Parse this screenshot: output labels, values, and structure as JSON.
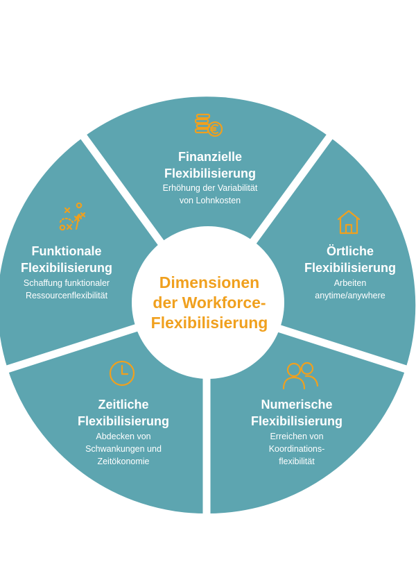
{
  "center": {
    "line1": "Dimensionen",
    "line2": "der Workforce-",
    "line3": "Flexibilisierung"
  },
  "segments": [
    {
      "id": "finanzielle",
      "icon": "coins-euro-icon",
      "title1": "Finanzielle",
      "title2": "Flexibilisierung",
      "sub": [
        "Erhöhung der Variabilität",
        "von Lohnkosten"
      ]
    },
    {
      "id": "oertliche",
      "icon": "house-icon",
      "title1": "Örtliche",
      "title2": "Flexibilisierung",
      "sub": [
        "Arbeiten",
        "anytime/anywhere"
      ]
    },
    {
      "id": "numerische",
      "icon": "people-icon",
      "title1": "Numerische",
      "title2": "Flexibilisierung",
      "sub": [
        "Erreichen von",
        "Koordinations-",
        "flexibilität"
      ]
    },
    {
      "id": "zeitliche",
      "icon": "clock-icon",
      "title1": "Zeitliche",
      "title2": "Flexibilisierung",
      "sub": [
        "Abdecken von",
        "Schwankungen und",
        "Zeitökonomie"
      ]
    },
    {
      "id": "funktionale",
      "icon": "strategy-play-icon",
      "title1": "Funktionale",
      "title2": "Flexibilisierung",
      "sub": [
        "Schaffung funktionaler",
        "Ressourcenflexibilität"
      ]
    }
  ],
  "colors": {
    "segment": "#5da5b0",
    "accent": "#f0a01e",
    "background": "#ffffff"
  }
}
